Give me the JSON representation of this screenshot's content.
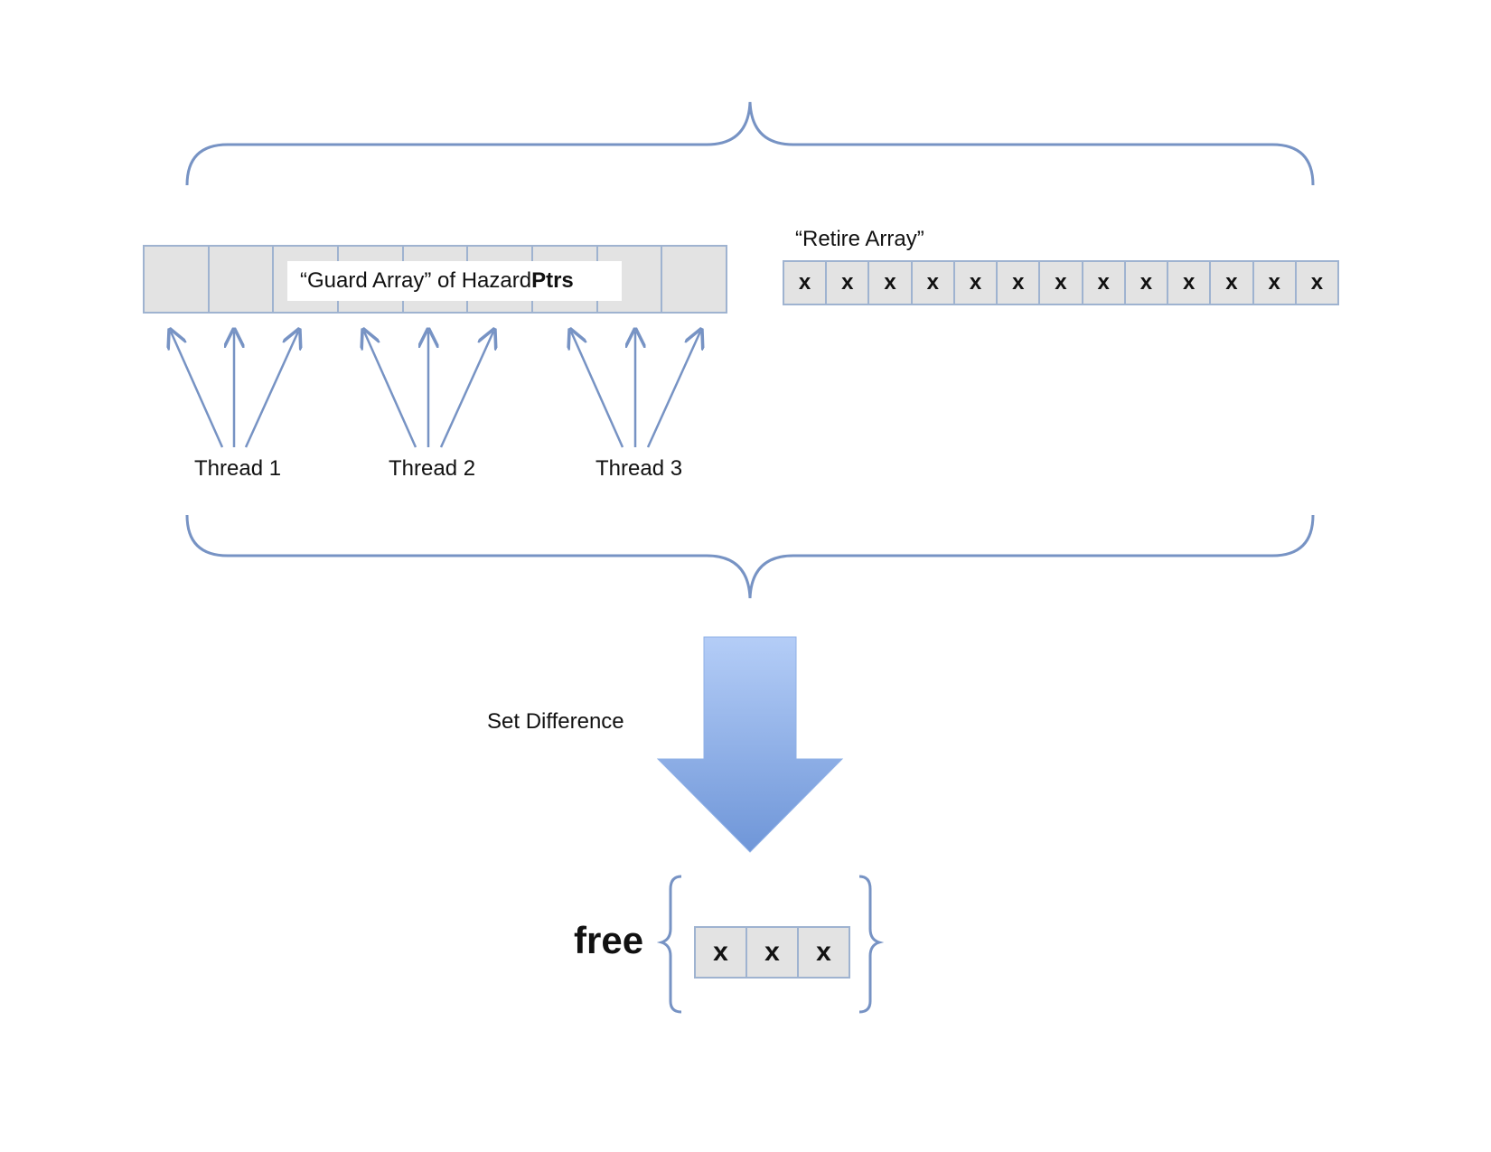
{
  "guard_array": {
    "label_prefix": "“Guard Array” of Hazard ",
    "label_bold": "Ptrs",
    "cell_count": 9
  },
  "retire_array": {
    "label": "“Retire Array”",
    "cells": [
      "x",
      "x",
      "x",
      "x",
      "x",
      "x",
      "x",
      "x",
      "x",
      "x",
      "x",
      "x",
      "x"
    ]
  },
  "threads": [
    {
      "label": "Thread 1"
    },
    {
      "label": "Thread 2"
    },
    {
      "label": "Thread 3"
    }
  ],
  "operation": {
    "label": "Set Difference"
  },
  "result": {
    "word": "free",
    "cells": [
      "x",
      "x",
      "x"
    ]
  },
  "colors": {
    "stroke": "#7793c4",
    "cell_fill": "#e3e3e3",
    "cell_border": "#9fb3d0",
    "arrow_top": "#b4cdf7",
    "arrow_bottom": "#6f96d8"
  }
}
